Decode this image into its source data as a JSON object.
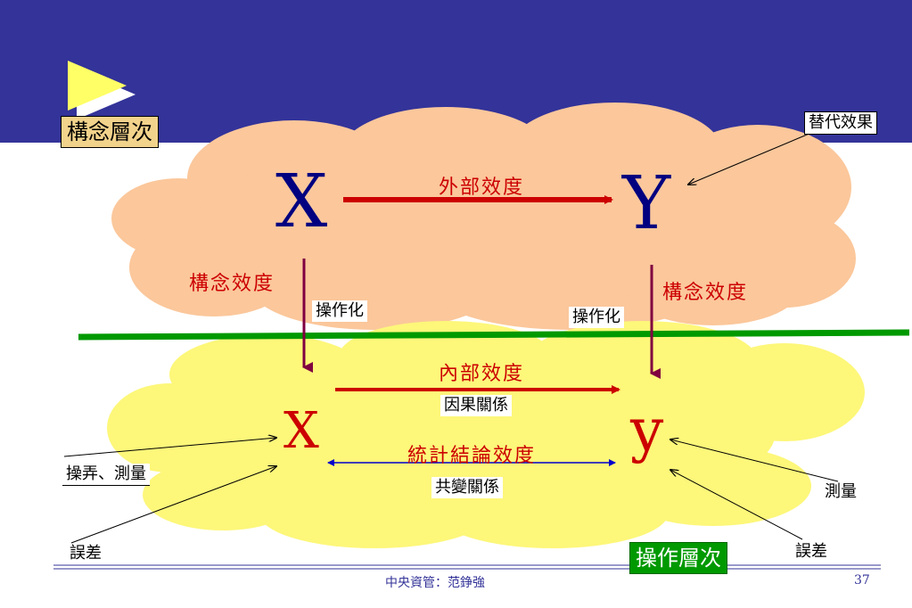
{
  "colors": {
    "header_band": "#333399",
    "concept_cloud": "#fbc79b",
    "operation_cloud": "#fdf77a",
    "divider": "#009900",
    "arrow_main": "#cc0000",
    "arrow_vertical": "#800040",
    "arrow_stat": "#0000cc",
    "text_red": "#cc0000",
    "text_navy": "#000080"
  },
  "labels": {
    "concept_level": "構念層次",
    "operation_level": "操作層次",
    "substitute_effect": "替代效果",
    "X_concept": "X",
    "Y_concept": "Y",
    "external_validity": "外部效度",
    "construct_validity_left": "構念效度",
    "construct_validity_right": "構念效度",
    "operationalize_left": "操作化",
    "operationalize_right": "操作化",
    "internal_validity": "內部效度",
    "causal_relation": "因果關係",
    "x_op": "X",
    "y_op": "y",
    "statistical_conclusion_validity": "統計結論效度",
    "covariation": "共變關係",
    "manipulate_measure": "操弄、測量",
    "measure": "測量",
    "error_left": "誤差",
    "error_right": "誤差"
  },
  "footer": {
    "center": "中央資管：范錚強",
    "page_number": "37"
  },
  "icons": {
    "bullet": "triangle-bullet-icon"
  }
}
